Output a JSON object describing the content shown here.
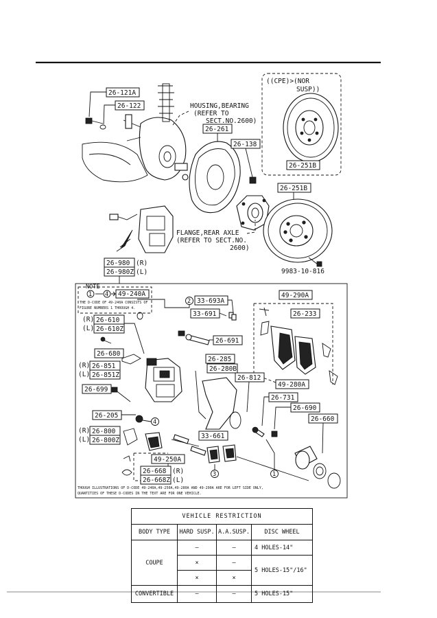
{
  "callouts": {
    "c26_121A": "26-121A",
    "c26_122": "26-122",
    "c26_261": "26-261",
    "c26_138": "26-138",
    "c26_251B_inset": "26-251B",
    "c26_251B": "26-251B",
    "c26_980": "26-980",
    "c26_980_suffix": "(R)",
    "c26_980Z": "26-980Z",
    "c26_980Z_suffix": "(L)",
    "c49_290A": "49-290A",
    "c33_693A": "33-693A",
    "c33_693A_prefix": "2",
    "c33_691": "33-691",
    "c26_233": "26-233",
    "c26_610_prefix": "(R)",
    "c26_610": "26-610",
    "c26_610Z_prefix": "(L)",
    "c26_610Z": "26-610Z",
    "c26_691": "26-691",
    "c26_680": "26-680",
    "c26_851_prefix": "(R)",
    "c26_851": "26-851",
    "c26_851Z_prefix": "(L)",
    "c26_851Z": "26-851Z",
    "c26_285": "26-285",
    "c26_280B": "26-280B",
    "c26_812": "26-812",
    "c49_280A": "49-280A",
    "c26_699": "26-699",
    "c26_731": "26-731",
    "c26_690": "26-690",
    "c26_205": "26-205",
    "c26_205_marker": "4",
    "c26_660": "26-660",
    "c26_800_prefix": "(R)",
    "c26_800": "26-800",
    "c26_800Z_prefix": "(L)",
    "c26_800Z": "26-800Z",
    "c33_661": "33-661",
    "c49_250A": "49-250A",
    "c26_668": "26-668",
    "c26_668_suffix": "(R)",
    "c26_668Z": "26-668Z",
    "c26_668Z_suffix": "(L)",
    "marker_3": "3",
    "marker_1": "1"
  },
  "notes": {
    "inset_line1": "((CPE)>(NOR",
    "inset_line2": "SUSP))",
    "housing_line1": "HOUSING,BEARING",
    "housing_line2": "(REFER TO",
    "housing_line3": "SECT.NO.2600)",
    "flange_line1": "FLANGE,REAR AXLE",
    "flange_line2": "(REFER TO SECT.NO.",
    "flange_line3": "2600)",
    "diagram_code": "9983-10-816",
    "note_title": "NOTE",
    "note_range_start": "1",
    "note_range_end": "4",
    "note_code": "49-240A",
    "note_line1": "THE D-CODE OF 49-240A CONSISTS OF",
    "note_line2": "FIGURE NUMBERS 1 THROUGH 4.",
    "footer_line1": "THOUGH ILLUSTRATIONS OF D-CODE 49-240A,49-250A,49-280A AND 49-290A ARE FOR LEFT SIDE ONLY,",
    "footer_line2": "QUANTITIES OF THESE D-CODES IN THE TEXT ARE FOR ONE VEHICLE."
  },
  "restriction_table": {
    "caption": "VEHICLE  RESTRICTION",
    "headers": [
      "BODY TYPE",
      "HARD SUSP.",
      "A.A.SUSP.",
      "DISC WHEEL"
    ],
    "coupe_label": "COUPE",
    "coupe_rows": [
      {
        "hard": "–",
        "aa": "–",
        "wheel": "4 HOLES-14\""
      },
      {
        "hard": "×",
        "aa": "–",
        "wheel": "5 HOLES-15\"/16\""
      },
      {
        "hard": "×",
        "aa": "×"
      }
    ],
    "convertible_row": {
      "body": "CONVERTIBLE",
      "hard": "–",
      "aa": "–",
      "wheel": "5 HOLES-15\""
    }
  }
}
